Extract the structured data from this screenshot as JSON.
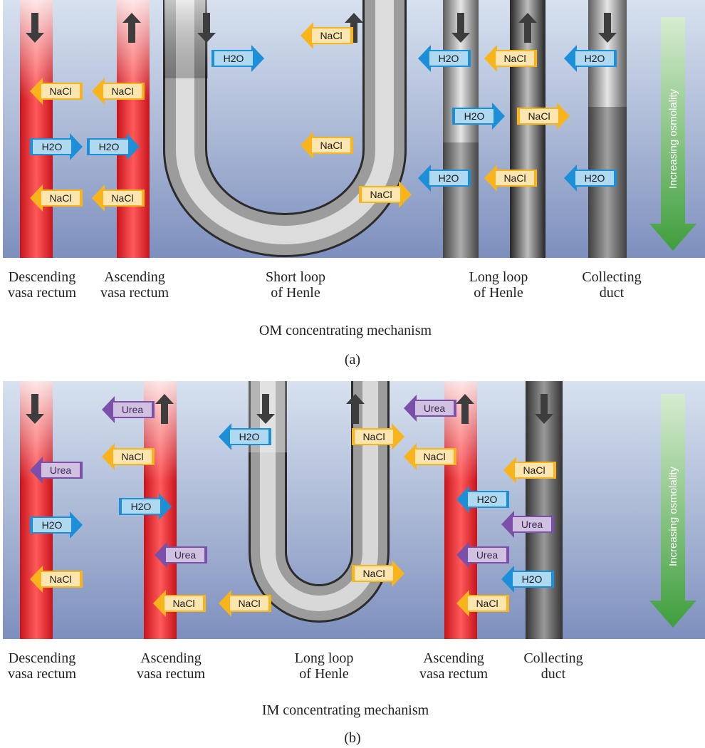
{
  "panel_a": {
    "caption": "OM concentrating mechanism",
    "sublabel": "(a)",
    "osmolality_label": "Increasing osmolality",
    "structures": [
      {
        "line1": "Descending",
        "line2": "vasa rectum"
      },
      {
        "line1": "Ascending",
        "line2": "vasa rectum"
      },
      {
        "line1": "Short loop",
        "line2": "of Henle"
      },
      {
        "line1": "Long loop",
        "line2": "of Henle"
      },
      {
        "line1": "Collecting",
        "line2": "duct"
      }
    ],
    "arrows": [
      {
        "label": "NaCl",
        "dir": "left",
        "kind": "nacl"
      },
      {
        "label": "NaCl",
        "dir": "left",
        "kind": "nacl"
      },
      {
        "label": "H2O",
        "dir": "right",
        "kind": "h2o"
      },
      {
        "label": "H2O",
        "dir": "right",
        "kind": "h2o"
      },
      {
        "label": "NaCl",
        "dir": "left",
        "kind": "nacl"
      },
      {
        "label": "NaCl",
        "dir": "left",
        "kind": "nacl"
      },
      {
        "label": "H2O",
        "dir": "right",
        "kind": "h2o"
      },
      {
        "label": "NaCl",
        "dir": "left",
        "kind": "nacl"
      },
      {
        "label": "NaCl",
        "dir": "left",
        "kind": "nacl"
      },
      {
        "label": "NaCl",
        "dir": "right",
        "kind": "nacl"
      },
      {
        "label": "H2O",
        "dir": "left",
        "kind": "h2o"
      },
      {
        "label": "NaCl",
        "dir": "left",
        "kind": "nacl"
      },
      {
        "label": "H2O",
        "dir": "right",
        "kind": "h2o"
      },
      {
        "label": "NaCl",
        "dir": "right",
        "kind": "nacl"
      },
      {
        "label": "H2O",
        "dir": "left",
        "kind": "h2o"
      },
      {
        "label": "NaCl",
        "dir": "left",
        "kind": "nacl"
      },
      {
        "label": "H2O",
        "dir": "left",
        "kind": "h2o"
      },
      {
        "label": "H2O",
        "dir": "left",
        "kind": "h2o"
      }
    ]
  },
  "panel_b": {
    "caption": "IM concentrating mechanism",
    "sublabel": "(b)",
    "osmolality_label": "Increasing osmolality",
    "structures": [
      {
        "line1": "Descending",
        "line2": "vasa rectum"
      },
      {
        "line1": "Ascending",
        "line2": "vasa rectum"
      },
      {
        "line1": "Long loop",
        "line2": "of Henle"
      },
      {
        "line1": "Ascending",
        "line2": "vasa rectum"
      },
      {
        "line1": "Collecting",
        "line2": "duct"
      }
    ],
    "arrows": [
      {
        "label": "Urea",
        "dir": "left",
        "kind": "urea"
      },
      {
        "label": "H2O",
        "dir": "right",
        "kind": "h2o"
      },
      {
        "label": "NaCl",
        "dir": "left",
        "kind": "nacl"
      },
      {
        "label": "Urea",
        "dir": "left",
        "kind": "urea"
      },
      {
        "label": "NaCl",
        "dir": "left",
        "kind": "nacl"
      },
      {
        "label": "H2O",
        "dir": "right",
        "kind": "h2o"
      },
      {
        "label": "Urea",
        "dir": "left",
        "kind": "urea"
      },
      {
        "label": "NaCl",
        "dir": "left",
        "kind": "nacl"
      },
      {
        "label": "H2O",
        "dir": "left",
        "kind": "h2o"
      },
      {
        "label": "NaCl",
        "dir": "left",
        "kind": "nacl"
      },
      {
        "label": "NaCl",
        "dir": "right",
        "kind": "nacl"
      },
      {
        "label": "NaCl",
        "dir": "right",
        "kind": "nacl"
      },
      {
        "label": "Urea",
        "dir": "left",
        "kind": "urea"
      },
      {
        "label": "NaCl",
        "dir": "left",
        "kind": "nacl"
      },
      {
        "label": "H2O",
        "dir": "left",
        "kind": "h2o"
      },
      {
        "label": "Urea",
        "dir": "left",
        "kind": "urea"
      },
      {
        "label": "NaCl",
        "dir": "left",
        "kind": "nacl"
      },
      {
        "label": "NaCl",
        "dir": "left",
        "kind": "nacl"
      },
      {
        "label": "Urea",
        "dir": "left",
        "kind": "urea"
      },
      {
        "label": "H2O",
        "dir": "left",
        "kind": "h2o"
      }
    ]
  },
  "colors": {
    "nacl": "#f9b41c",
    "h2o": "#1b8fd8",
    "urea": "#7c4fa8",
    "vessel": "#e8232c",
    "osmolality_arrow": "#4aa648"
  }
}
